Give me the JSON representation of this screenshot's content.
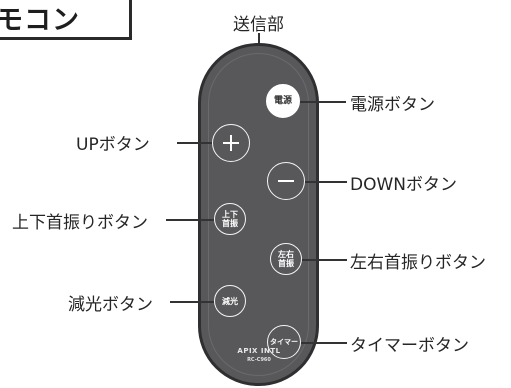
{
  "title": "モコン",
  "remote": {
    "brand": "APIX INTL",
    "model": "RC-C960",
    "buttons": {
      "power": "電源",
      "swing_v_line1": "上下",
      "swing_v_line2": "首振",
      "swing_h_line1": "左右",
      "swing_h_line2": "首振",
      "dimmer": "減光",
      "timer": "タイマー"
    }
  },
  "labels": {
    "transmitter": "送信部",
    "power": "電源ボタン",
    "up": "UPボタン",
    "down": "DOWNボタン",
    "swing_v": "上下首振りボタン",
    "swing_h": "左右首振りボタン",
    "dimmer": "減光ボタン",
    "timer": "タイマーボタン"
  },
  "colors": {
    "remote_body": "#58585a",
    "remote_outline": "#2f2f31",
    "button_outline": "#f4f4f4"
  },
  "icons": [
    "plus-icon",
    "minus-icon"
  ]
}
